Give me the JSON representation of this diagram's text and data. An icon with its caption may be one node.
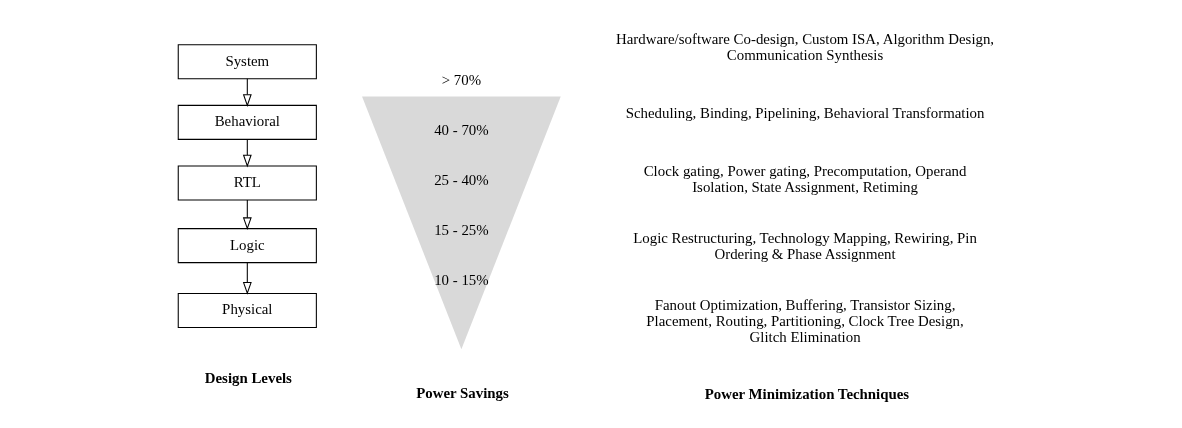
{
  "diagram": {
    "nodes": [
      {
        "text": [
          "System"
        ]
      },
      {
        "text": [
          "Behavioral"
        ]
      },
      {
        "text": [
          "RTL"
        ]
      },
      {
        "text": [
          "Logic"
        ]
      },
      {
        "text": [
          "Physical"
        ]
      },
      {
        "text": [
          "> 70%",
          "40 - 70%",
          "25 - 40%",
          "15 - 25%",
          "10 - 15%"
        ]
      }
    ],
    "edges": [
      {
        "from": 0,
        "to": 1,
        "arrow": "to"
      },
      {
        "from": 1,
        "to": 2,
        "arrow": "to"
      },
      {
        "from": 2,
        "to": 3,
        "arrow": "to"
      },
      {
        "from": 3,
        "to": 4,
        "arrow": "to"
      }
    ],
    "labels": [
      "Hardware/software Co-design, Custom ISA, Algorithm Design, Communication Synthesis",
      "Scheduling, Binding, Pipelining, Behavioral Transformation",
      "Clock gating, Power gating, Precomputation, Operand Isolation, State Assignment, Retiming",
      "Logic Restructuring, Technology Mapping, Rewiring, Pin Ordering & Phase Assignment",
      "Fanout Optimization, Buffering, Transistor Sizing, Placement, Routing, Partitioning, Clock Tree Design, Glitch Elimination",
      "Design Levels",
      "Power Savings",
      "Power Minimization Techniques"
    ]
  }
}
